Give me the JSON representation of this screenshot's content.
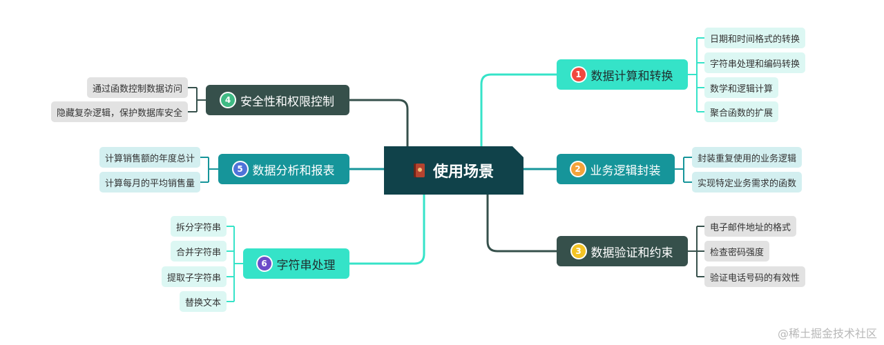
{
  "center": {
    "label": "使用场景",
    "icon": "notebook-icon"
  },
  "branches": [
    {
      "id": "b1",
      "number": "1",
      "label": "数据计算和转换",
      "bg": "#35e3c8",
      "text": "#1f2f2f",
      "number_bg": "#f0483e",
      "items": [
        "日期和时间格式的转换",
        "字符串处理和编码转换",
        "数学和逻辑计算",
        "聚合函数的扩展"
      ]
    },
    {
      "id": "b2",
      "number": "2",
      "label": "业务逻辑封装",
      "bg": "#16959a",
      "text": "#ffffff",
      "number_bg": "#f3a33b",
      "items": [
        "封装重复使用的业务逻辑",
        "实现特定业务需求的函数"
      ]
    },
    {
      "id": "b3",
      "number": "3",
      "label": "数据验证和约束",
      "bg": "#36504b",
      "text": "#ffffff",
      "number_bg": "#f3c325",
      "items": [
        "电子邮件地址的格式",
        "检查密码强度",
        "验证电话号码的有效性"
      ]
    },
    {
      "id": "b4",
      "number": "4",
      "label": "安全性和权限控制",
      "bg": "#36504b",
      "text": "#ffffff",
      "number_bg": "#3fba84",
      "items": [
        "通过函数控制数据访问",
        "隐藏复杂逻辑，保护数据库安全"
      ]
    },
    {
      "id": "b5",
      "number": "5",
      "label": "数据分析和报表",
      "bg": "#16959a",
      "text": "#ffffff",
      "number_bg": "#4f73d9",
      "items": [
        "计算销售额的年度总计",
        "计算每月的平均销售量"
      ]
    },
    {
      "id": "b6",
      "number": "6",
      "label": "字符串处理",
      "bg": "#35e3c8",
      "text": "#1f2f2f",
      "number_bg": "#6c4bc8",
      "items": [
        "拆分字符串",
        "合并字符串",
        "提取子字符串",
        "替换文本"
      ]
    }
  ],
  "colors": {
    "center_bg": "#10424a",
    "line_mint": "#35e3c8",
    "line_teal": "#16959a",
    "line_dark": "#36504b"
  },
  "watermark": "@稀土掘金技术社区"
}
